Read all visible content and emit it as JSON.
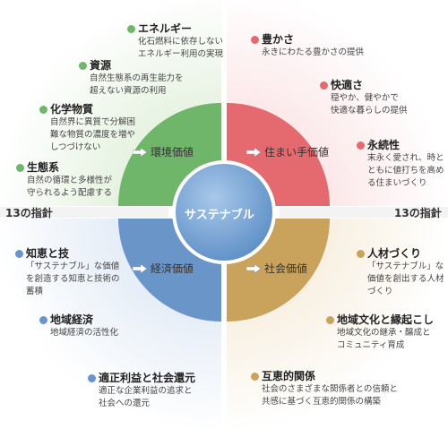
{
  "center": {
    "label": "サステナブル"
  },
  "guideline_label": "13の指針",
  "colors": {
    "green": "#6fb56a",
    "green_light": "#e4f1de",
    "red": "#e46a6f",
    "red_light": "#fbe1e3",
    "blue": "#6a95c9",
    "blue_light": "#dde8f4",
    "orange": "#c9a25c",
    "orange_light": "#f5ebda",
    "center": "#7ba8d6"
  },
  "quadrants": {
    "top_left": {
      "value_label": "環境価値",
      "items": [
        {
          "title": "エネルギー",
          "desc": "化石燃料に依存しない\nエネルギー利用の実現"
        },
        {
          "title": "資源",
          "desc": "自然生態系の再生能力を\n超えない資源の利用"
        },
        {
          "title": "化学物質",
          "desc": "自然界に異質で分解困\n難な物質の濃度を増や\nしつづけない"
        },
        {
          "title": "生態系",
          "desc": "自然の循環と多様性が\n守られるよう配慮する"
        }
      ]
    },
    "top_right": {
      "value_label": "住まい手価値",
      "items": [
        {
          "title": "豊かさ",
          "desc": "永きにわたる豊かさの提供"
        },
        {
          "title": "快適さ",
          "desc": "穏やか、健やかで\n快適な暮らしの提供"
        },
        {
          "title": "永続性",
          "desc": "末永く愛され、時と\nともに値打ちを高め\nる住まいづくり"
        }
      ]
    },
    "bottom_left": {
      "value_label": "経済価値",
      "items": [
        {
          "title": "知恵と技",
          "desc": "「サステナブル」な価値\nを創造する知恵と技術の\n蓄積"
        },
        {
          "title": "地域経済",
          "desc": "地域経済の活性化"
        },
        {
          "title": "適正利益と社会還元",
          "desc": "適正な企業利益の追求と\n社会への還元"
        }
      ]
    },
    "bottom_right": {
      "value_label": "社会価値",
      "items": [
        {
          "title": "人材づくり",
          "desc": "「サステナブル」な\n価値を創出する人材\nづくり"
        },
        {
          "title": "地域文化と縁起こし",
          "desc": "地域文化の継承・醸成と\nコミュニティ育成"
        },
        {
          "title": "互恵的関係",
          "desc": "社会のさまざまな関係者との信頼と\n共感に基づく互恵的関係の構築"
        }
      ]
    }
  }
}
